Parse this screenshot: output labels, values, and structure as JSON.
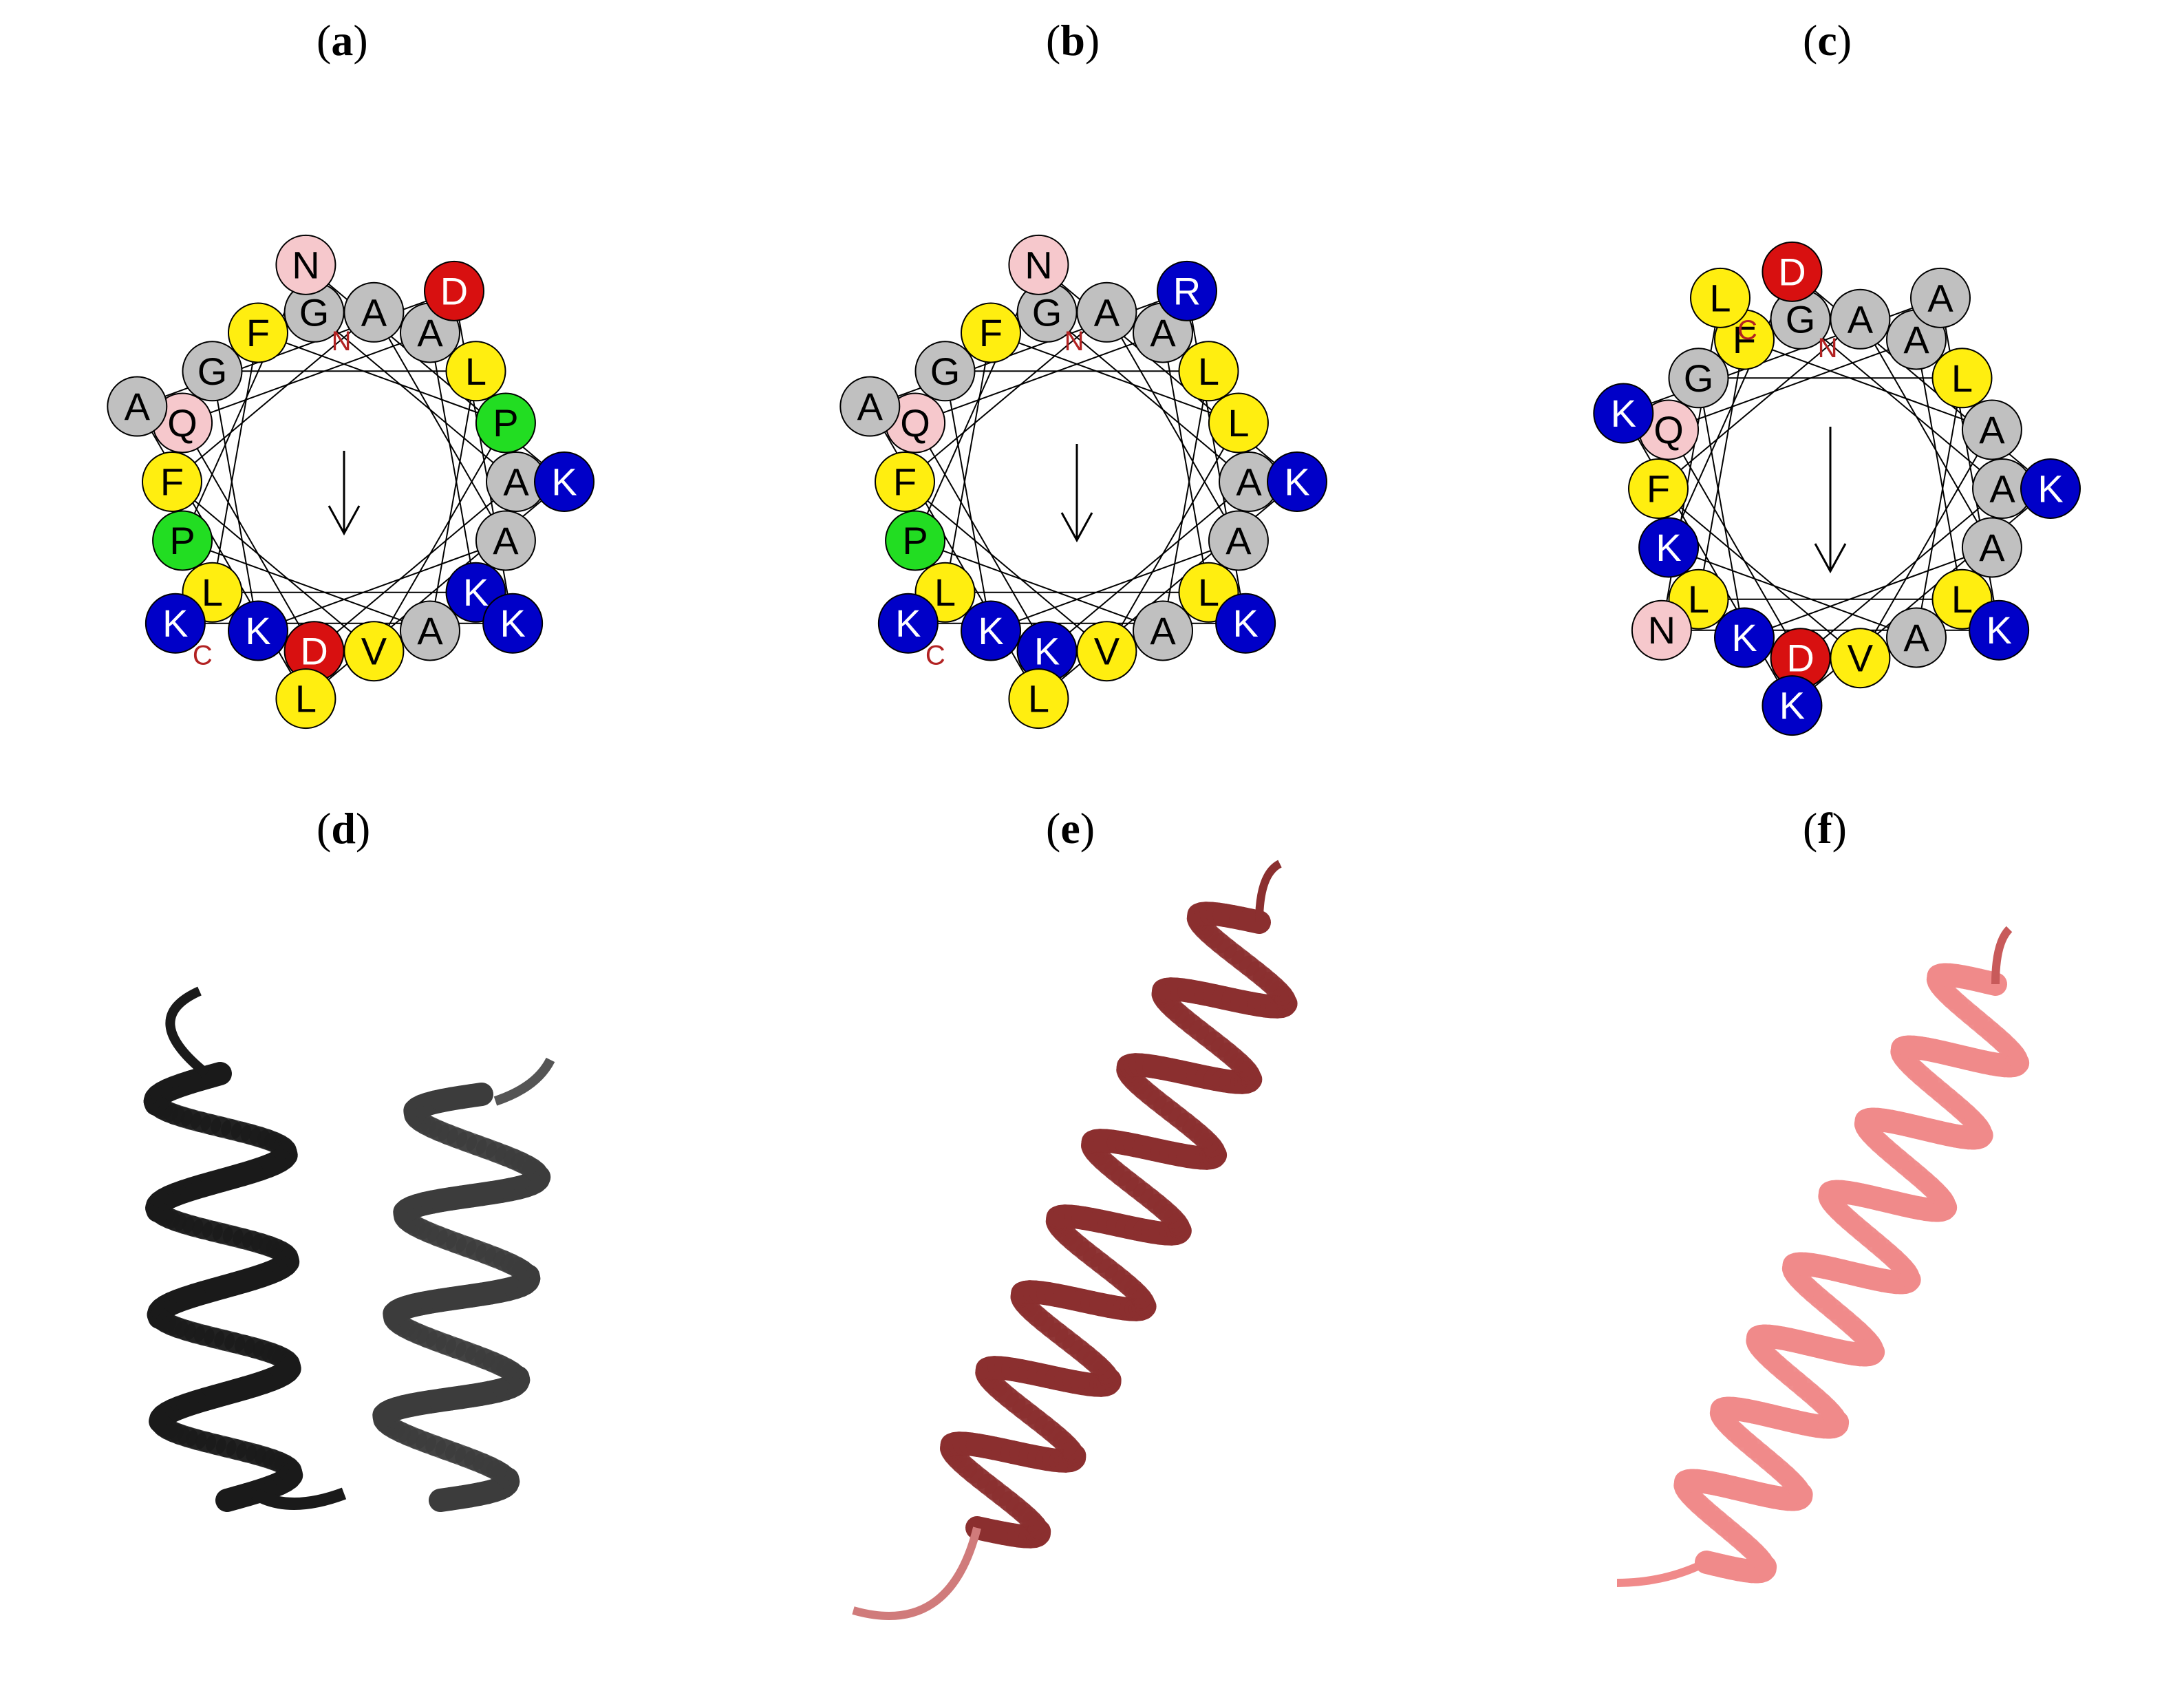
{
  "panels": [
    {
      "id": "a",
      "label": "a"
    },
    {
      "id": "b",
      "label": "b"
    },
    {
      "id": "c",
      "label": "c"
    },
    {
      "id": "d",
      "label": "d"
    },
    {
      "id": "e",
      "label": "e"
    },
    {
      "id": "f",
      "label": "f"
    }
  ],
  "colors": {
    "gray": "#c0c0c0",
    "blue": "#0000c8",
    "red": "#d81010",
    "pink": "#f6c8cc",
    "yellow": "#ffee10",
    "green": "#22dd22",
    "helix_d": "#1a1a1a",
    "helix_e": "#8b2f2f",
    "helix_f": "#f08a8a"
  },
  "wheels": {
    "a": {
      "residues": [
        "G",
        "A",
        "D",
        "Q",
        "A",
        "K",
        "L",
        "F",
        "P",
        "V",
        "F",
        "A",
        "A",
        "K",
        "G",
        "L",
        "A",
        "P",
        "N",
        "K",
        "L",
        "A",
        "D",
        "K",
        "K"
      ],
      "colors": [
        "gray",
        "gray",
        "red",
        "pink",
        "gray",
        "blue",
        "yellow",
        "yellow",
        "green",
        "yellow",
        "yellow",
        "gray",
        "gray",
        "blue",
        "gray",
        "yellow",
        "gray",
        "green",
        "pink",
        "blue",
        "yellow",
        "gray",
        "red",
        "blue",
        "blue"
      ],
      "n_label": "N",
      "c_label": "C"
    },
    "b": {
      "residues": [
        "G",
        "A",
        "K",
        "Q",
        "A",
        "L",
        "L",
        "F",
        "L",
        "V",
        "F",
        "A",
        "A",
        "K",
        "G",
        "L",
        "A",
        "P",
        "N",
        "K",
        "L",
        "A",
        "R",
        "K",
        "K"
      ],
      "colors": [
        "gray",
        "gray",
        "blue",
        "pink",
        "gray",
        "yellow",
        "yellow",
        "yellow",
        "yellow",
        "yellow",
        "yellow",
        "gray",
        "gray",
        "blue",
        "gray",
        "yellow",
        "gray",
        "green",
        "pink",
        "blue",
        "yellow",
        "gray",
        "blue",
        "blue",
        "blue"
      ],
      "n_label": "N",
      "c_label": "C"
    },
    "c": {
      "residues": [
        "G",
        "A",
        "D",
        "Q",
        "A",
        "L",
        "L",
        "F",
        "A",
        "V",
        "F",
        "A",
        "A",
        "K",
        "G",
        "L",
        "A",
        "K",
        "D",
        "K",
        "K",
        "K",
        "A",
        "K",
        "N",
        "L"
      ],
      "colors": [
        "gray",
        "gray",
        "red",
        "pink",
        "gray",
        "yellow",
        "yellow",
        "yellow",
        "gray",
        "yellow",
        "yellow",
        "gray",
        "gray",
        "blue",
        "gray",
        "yellow",
        "gray",
        "blue",
        "red",
        "blue",
        "blue",
        "blue",
        "gray",
        "blue",
        "pink",
        "yellow"
      ],
      "n_label": "N",
      "c_label": "C"
    }
  }
}
